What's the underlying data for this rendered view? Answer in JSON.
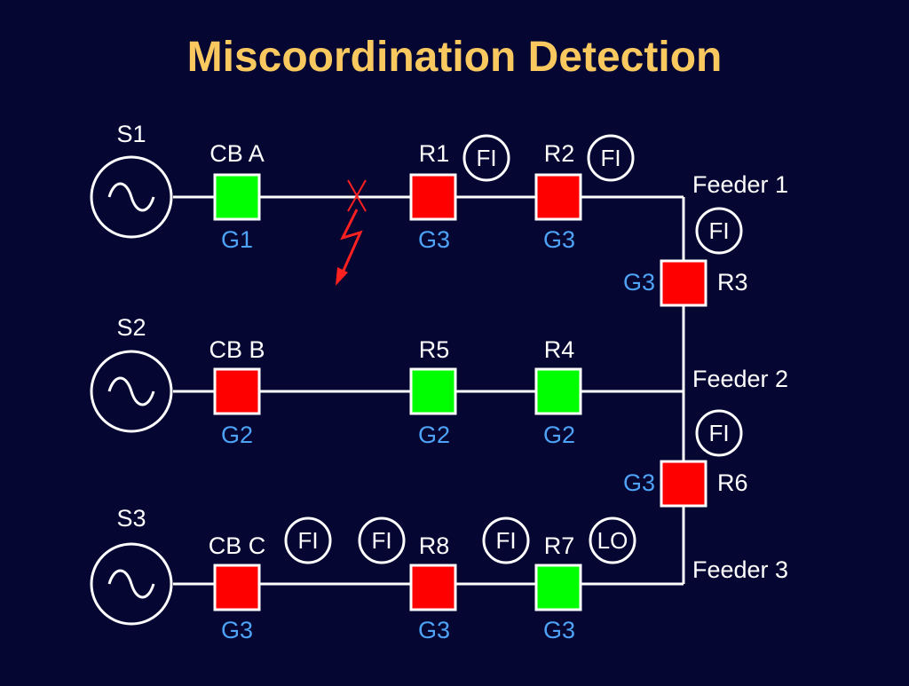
{
  "title": "Miscoordination Detection",
  "colors": {
    "background": "#050632",
    "title": "#F9C960",
    "line": "#FFFFFF",
    "group_label": "#4FA3F7",
    "closed": "#00FF00",
    "open": "#FF0000",
    "fault": "#FF0000"
  },
  "sources": [
    {
      "label": "S1",
      "icon": "ac-source-icon"
    },
    {
      "label": "S2",
      "icon": "ac-source-icon"
    },
    {
      "label": "S3",
      "icon": "ac-source-icon"
    }
  ],
  "feeders": [
    "Feeder  1",
    "Feeder  2",
    "Feeder  3"
  ],
  "breakers": [
    {
      "label": "CB A",
      "group": "G1",
      "state": "closed"
    },
    {
      "label": "R1",
      "group": "G3",
      "state": "open"
    },
    {
      "label": "R2",
      "group": "G3",
      "state": "open"
    },
    {
      "label": "CB B",
      "group": "G2",
      "state": "open"
    },
    {
      "label": "R5",
      "group": "G2",
      "state": "closed"
    },
    {
      "label": "R4",
      "group": "G2",
      "state": "closed"
    },
    {
      "label": "CB C",
      "group": "G3",
      "state": "open"
    },
    {
      "label": "R8",
      "group": "G3",
      "state": "open"
    },
    {
      "label": "R7",
      "group": "G3",
      "state": "closed"
    },
    {
      "label": "R3",
      "group": "G3",
      "state": "open"
    },
    {
      "label": "R6",
      "group": "G3",
      "state": "open"
    }
  ],
  "indicators": [
    "FI",
    "FI",
    "FI",
    "FI",
    "FI",
    "FI",
    "FI",
    "LO"
  ]
}
